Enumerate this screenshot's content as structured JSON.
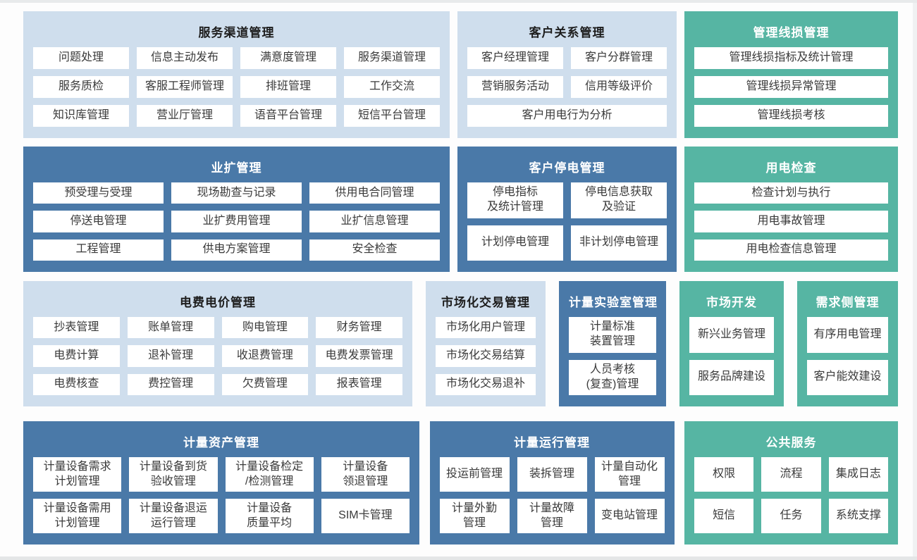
{
  "colors": {
    "light_blue_block": "#cfdeed",
    "dark_blue_block": "#4a79a8",
    "teal_block": "#56b5a3",
    "item_background": "#ffffff",
    "item_text": "#3a3a3a",
    "title_on_light": "#1d1d1d",
    "title_on_dark": "#ffffff"
  },
  "blocks": [
    {
      "id": "service-channel-management",
      "theme": "light",
      "title": "服务渠道管理",
      "item_rows": [
        [
          "问题处理",
          "信息主动发布",
          "满意度管理",
          "服务渠道管理"
        ],
        [
          "服务质检",
          "客服工程师管理",
          "排班管理",
          "工作交流"
        ],
        [
          "知识库管理",
          "营业厅管理",
          "语音平台管理",
          "短信平台管理"
        ]
      ]
    },
    {
      "id": "customer-relationship-management",
      "theme": "light",
      "title": "客户关系管理",
      "item_rows": [
        [
          "客户经理管理",
          "客户分群管理"
        ],
        [
          "营销服务活动",
          "信用等级评价"
        ],
        [
          "客户用电行为分析"
        ]
      ]
    },
    {
      "id": "line-loss-management",
      "theme": "teal",
      "title": "管理线损管理",
      "item_rows": [
        [
          "管理线损指标及统计管理"
        ],
        [
          "管理线损异常管理"
        ],
        [
          "管理线损考核"
        ]
      ]
    },
    {
      "id": "business-expansion-management",
      "theme": "dark",
      "title": "业扩管理",
      "item_rows": [
        [
          "预受理与受理",
          "现场勘查与记录",
          "供用电合同管理"
        ],
        [
          "停送电管理",
          "业扩费用管理",
          "业扩信息管理"
        ],
        [
          "工程管理",
          "供电方案管理",
          "安全检查"
        ]
      ]
    },
    {
      "id": "customer-outage-management",
      "theme": "dark",
      "title": "客户停电管理",
      "item_rows": [
        [
          "停电指标\n及统计管理",
          "停电信息获取\n及验证"
        ],
        [
          "计划停电管理",
          "非计划停电管理"
        ]
      ]
    },
    {
      "id": "electricity-inspection",
      "theme": "teal",
      "title": "用电检查",
      "item_rows": [
        [
          "检查计划与执行"
        ],
        [
          "用电事故管理"
        ],
        [
          "用电检查信息管理"
        ]
      ]
    },
    {
      "id": "billing-pricing-management",
      "theme": "light",
      "title": "电费电价管理",
      "item_rows": [
        [
          "抄表管理",
          "账单管理",
          "购电管理",
          "财务管理"
        ],
        [
          "电费计算",
          "退补管理",
          "收退费管理",
          "电费发票管理"
        ],
        [
          "电费核查",
          "费控管理",
          "欠费管理",
          "报表管理"
        ]
      ]
    },
    {
      "id": "market-transaction-management",
      "theme": "light",
      "title": "市场化交易管理",
      "item_rows": [
        [
          "市场化用户管理"
        ],
        [
          "市场化交易结算"
        ],
        [
          "市场化交易退补"
        ]
      ]
    },
    {
      "id": "metering-lab-management",
      "theme": "dark",
      "title": "计量实验室管理",
      "item_rows": [
        [
          "计量标准\n装置管理"
        ],
        [
          "人员考核\n(复查)管理"
        ]
      ]
    },
    {
      "id": "market-development",
      "theme": "teal",
      "title": "市场开发",
      "item_rows": [
        [
          "新兴业务管理"
        ],
        [
          "服务品牌建设"
        ]
      ]
    },
    {
      "id": "demand-side-management",
      "theme": "teal",
      "title": "需求侧管理",
      "item_rows": [
        [
          "有序用电管理"
        ],
        [
          "客户能效建设"
        ]
      ]
    },
    {
      "id": "metering-asset-management",
      "theme": "dark",
      "title": "计量资产管理",
      "item_rows": [
        [
          "计量设备需求\n计划管理",
          "计量设备到货\n验收管理",
          "计量设备检定\n/检测管理",
          "计量设备\n领退管理"
        ],
        [
          "计量设备需用\n计划管理",
          "计量设备退运\n运行管理",
          "计量设备\n质量平均",
          "SIM卡管理"
        ]
      ]
    },
    {
      "id": "metering-operation-management",
      "theme": "dark",
      "title": "计量运行管理",
      "item_rows": [
        [
          "投运前管理",
          "装拆管理",
          "计量自动化\n管理"
        ],
        [
          "计量外勤\n管理",
          "计量故障\n管理",
          "变电站管理"
        ]
      ]
    },
    {
      "id": "public-services",
      "theme": "teal",
      "title": "公共服务",
      "item_rows": [
        [
          "权限",
          "流程",
          "集成日志"
        ],
        [
          "短信",
          "任务",
          "系统支撑"
        ]
      ]
    }
  ]
}
